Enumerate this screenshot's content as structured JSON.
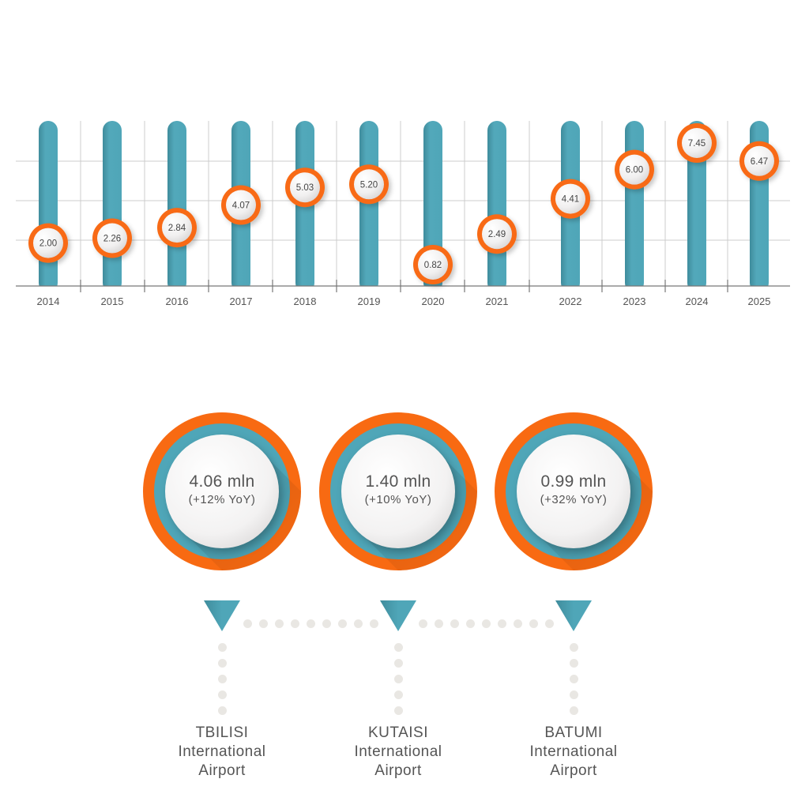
{
  "colors": {
    "bar": "#4fa6b8",
    "bar_dark": "#3d8a9a",
    "accent": "#f86a12",
    "grid": "#cccccc",
    "axis": "#777777",
    "text": "#555555",
    "dots": "#e9e7e3"
  },
  "chart_data": {
    "type": "bar",
    "title": "",
    "xlabel": "",
    "ylabel": "",
    "categories": [
      "2014",
      "2015",
      "2016",
      "2017",
      "2018",
      "2019",
      "2020",
      "2021",
      "2022",
      "2023",
      "2024",
      "2025"
    ],
    "values": [
      2.0,
      2.26,
      2.84,
      4.07,
      5.03,
      5.2,
      0.82,
      2.49,
      4.41,
      6.0,
      7.45,
      6.47
    ],
    "value_labels": [
      "2.00",
      "2.26",
      "2.84",
      "4.07",
      "5.03",
      "5.20",
      "0.82",
      "2.49",
      "4.41",
      "6.00",
      "7.45",
      "6.47"
    ],
    "ylim": [
      0,
      8.5
    ],
    "grid": true,
    "legend": "none",
    "style": "lollipop markers on full-height pill bars"
  },
  "airports": [
    {
      "value": "4.06 mln",
      "change": "(+12% YoY)",
      "city": "TBILISI",
      "line2": "International",
      "line3": "Airport"
    },
    {
      "value": "1.40 mln",
      "change": "(+10% YoY)",
      "city": "KUTAISI",
      "line2": "International",
      "line3": "Airport"
    },
    {
      "value": "0.99 mln",
      "change": "(+32% YoY)",
      "city": "BATUMI",
      "line2": "International",
      "line3": "Airport"
    }
  ]
}
